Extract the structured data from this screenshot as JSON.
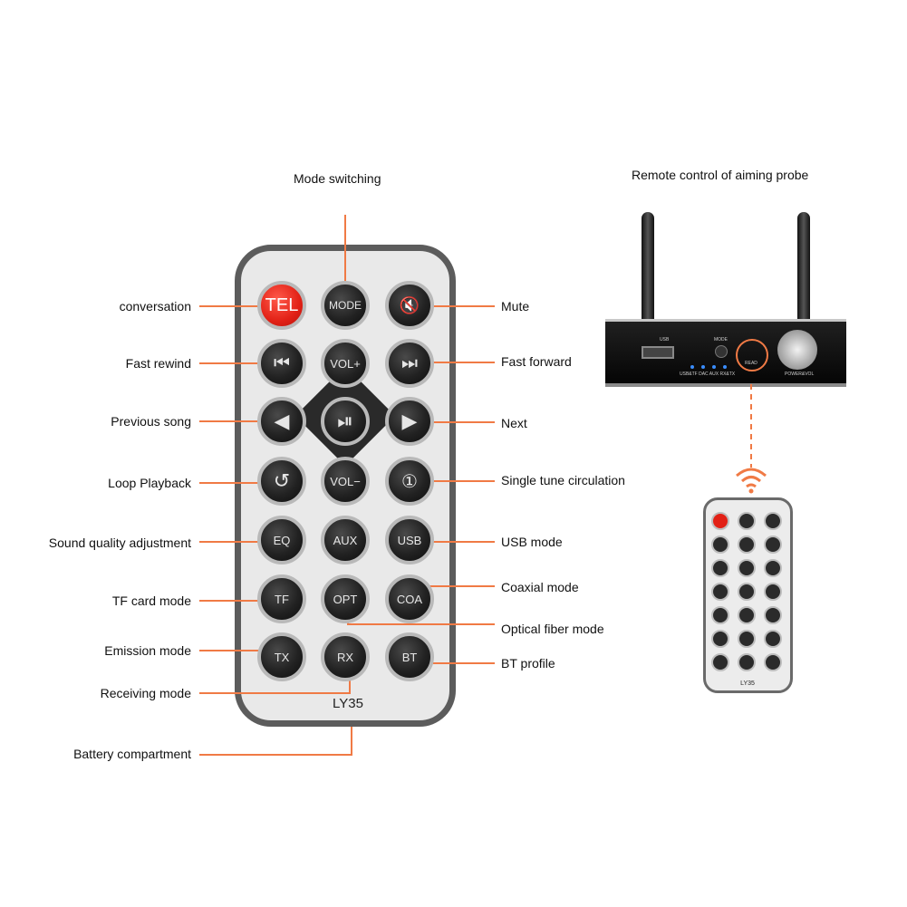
{
  "top": {
    "mode_switching": "Mode switching",
    "remote_probe": "Remote control of aiming probe"
  },
  "labels_left": {
    "conversation": "conversation",
    "fast_rewind": "Fast rewind",
    "previous_song": "Previous song",
    "loop_playback": "Loop Playback",
    "sound_quality": "Sound quality adjustment",
    "tf_card_mode": "TF card mode",
    "emission_mode": "Emission mode",
    "receiving_mode": "Receiving mode",
    "battery_compartment": "Battery compartment"
  },
  "labels_right": {
    "mute": "Mute",
    "fast_forward": "Fast forward",
    "next": "Next",
    "single_tune": "Single tune circulation",
    "usb_mode": "USB mode",
    "coaxial_mode": "Coaxial mode",
    "optical_fiber_mode": "Optical fiber mode",
    "bt_profile": "BT profile"
  },
  "remote": {
    "name": "LY35",
    "buttons": {
      "tel": "TEL",
      "mode": "MODE",
      "mute": "🔇",
      "rewind": "⏮",
      "vol_up": "VOL+",
      "forward": "⏭",
      "prev": "◀",
      "play": "⏯",
      "next": "▶",
      "loop": "↺",
      "vol_down": "VOL−",
      "single": "①",
      "eq": "EQ",
      "aux": "AUX",
      "usb": "USB",
      "tf": "TF",
      "opt": "OPT",
      "coa": "COA",
      "tx": "TX",
      "rx": "RX",
      "bt": "BT"
    }
  },
  "device": {
    "usb": "USB",
    "mode": "MODE",
    "leds": "USB&TF DAC AUX  RX&TX",
    "read": "READ",
    "power": "POWER&VOL"
  },
  "small_remote": {
    "name": "LY35"
  },
  "colors": {
    "accent": "#f07a45",
    "tel_red": "#e22116"
  }
}
